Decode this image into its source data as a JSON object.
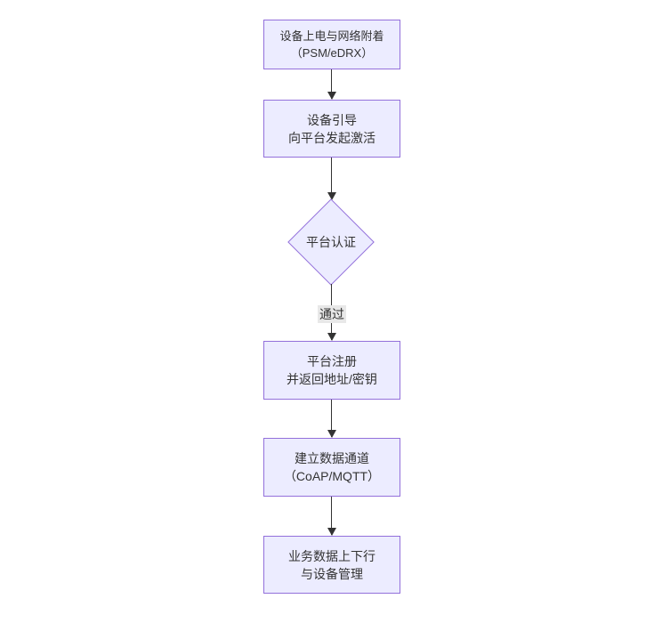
{
  "diagram": {
    "type": "flowchart",
    "direction": "top-down",
    "colors": {
      "background": "#ffffff",
      "node_fill": "#ECECFF",
      "node_border": "#9370DB",
      "text": "#333333",
      "arrow": "#333333",
      "edge_label_bg": "#e8e8e8"
    },
    "nodes": [
      {
        "id": "A",
        "shape": "rect",
        "lines": [
          "设备上电与网络附着",
          "（PSM/eDRX）"
        ]
      },
      {
        "id": "B",
        "shape": "rect",
        "lines": [
          "设备引导",
          "向平台发起激活"
        ]
      },
      {
        "id": "C",
        "shape": "diamond",
        "lines": [
          "平台认证"
        ]
      },
      {
        "id": "D",
        "shape": "rect",
        "lines": [
          "平台注册",
          "并返回地址/密钥"
        ]
      },
      {
        "id": "E",
        "shape": "rect",
        "lines": [
          "建立数据通道",
          "（CoAP/MQTT）"
        ]
      },
      {
        "id": "F",
        "shape": "rect",
        "lines": [
          "业务数据上下行",
          "与设备管理"
        ]
      }
    ],
    "edges": [
      {
        "from": "A",
        "to": "B",
        "label": ""
      },
      {
        "from": "B",
        "to": "C",
        "label": ""
      },
      {
        "from": "C",
        "to": "D",
        "label": "通过"
      },
      {
        "from": "D",
        "to": "E",
        "label": ""
      },
      {
        "from": "E",
        "to": "F",
        "label": ""
      }
    ]
  }
}
